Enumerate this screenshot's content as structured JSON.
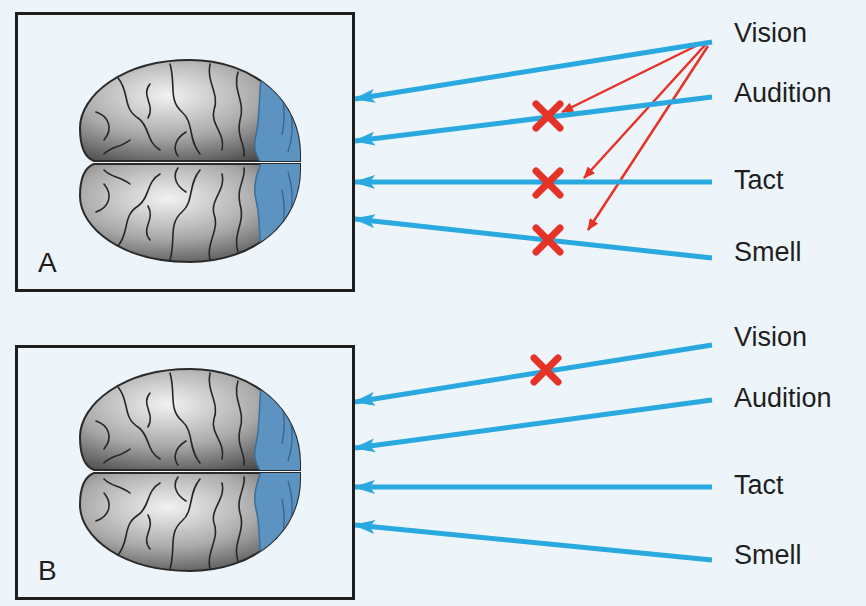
{
  "diagram": {
    "nodes": [
      {
        "text": [
          "A"
        ]
      },
      {
        "text": [
          "Vision"
        ]
      },
      {
        "text": [
          "Audition"
        ]
      },
      {
        "text": [
          "Tact"
        ]
      },
      {
        "text": [
          "Smell"
        ]
      },
      {
        "text": [
          "B"
        ]
      },
      {
        "text": [
          "Vision"
        ]
      },
      {
        "text": [
          "Audition"
        ]
      },
      {
        "text": [
          "Tact"
        ]
      },
      {
        "text": [
          "Smell"
        ]
      }
    ],
    "edges": [
      {
        "from": 1,
        "to": 0,
        "arrow": "to"
      },
      {
        "from": 2,
        "to": 0,
        "arrow": "to"
      },
      {
        "from": 3,
        "to": 0,
        "arrow": "to"
      },
      {
        "from": 4,
        "to": 0,
        "arrow": "to"
      },
      {
        "from": 6,
        "to": 5,
        "arrow": "to"
      },
      {
        "from": 7,
        "to": 5,
        "arrow": "to"
      },
      {
        "from": 8,
        "to": 5,
        "arrow": "to"
      },
      {
        "from": 9,
        "to": 5,
        "arrow": "to"
      }
    ]
  }
}
